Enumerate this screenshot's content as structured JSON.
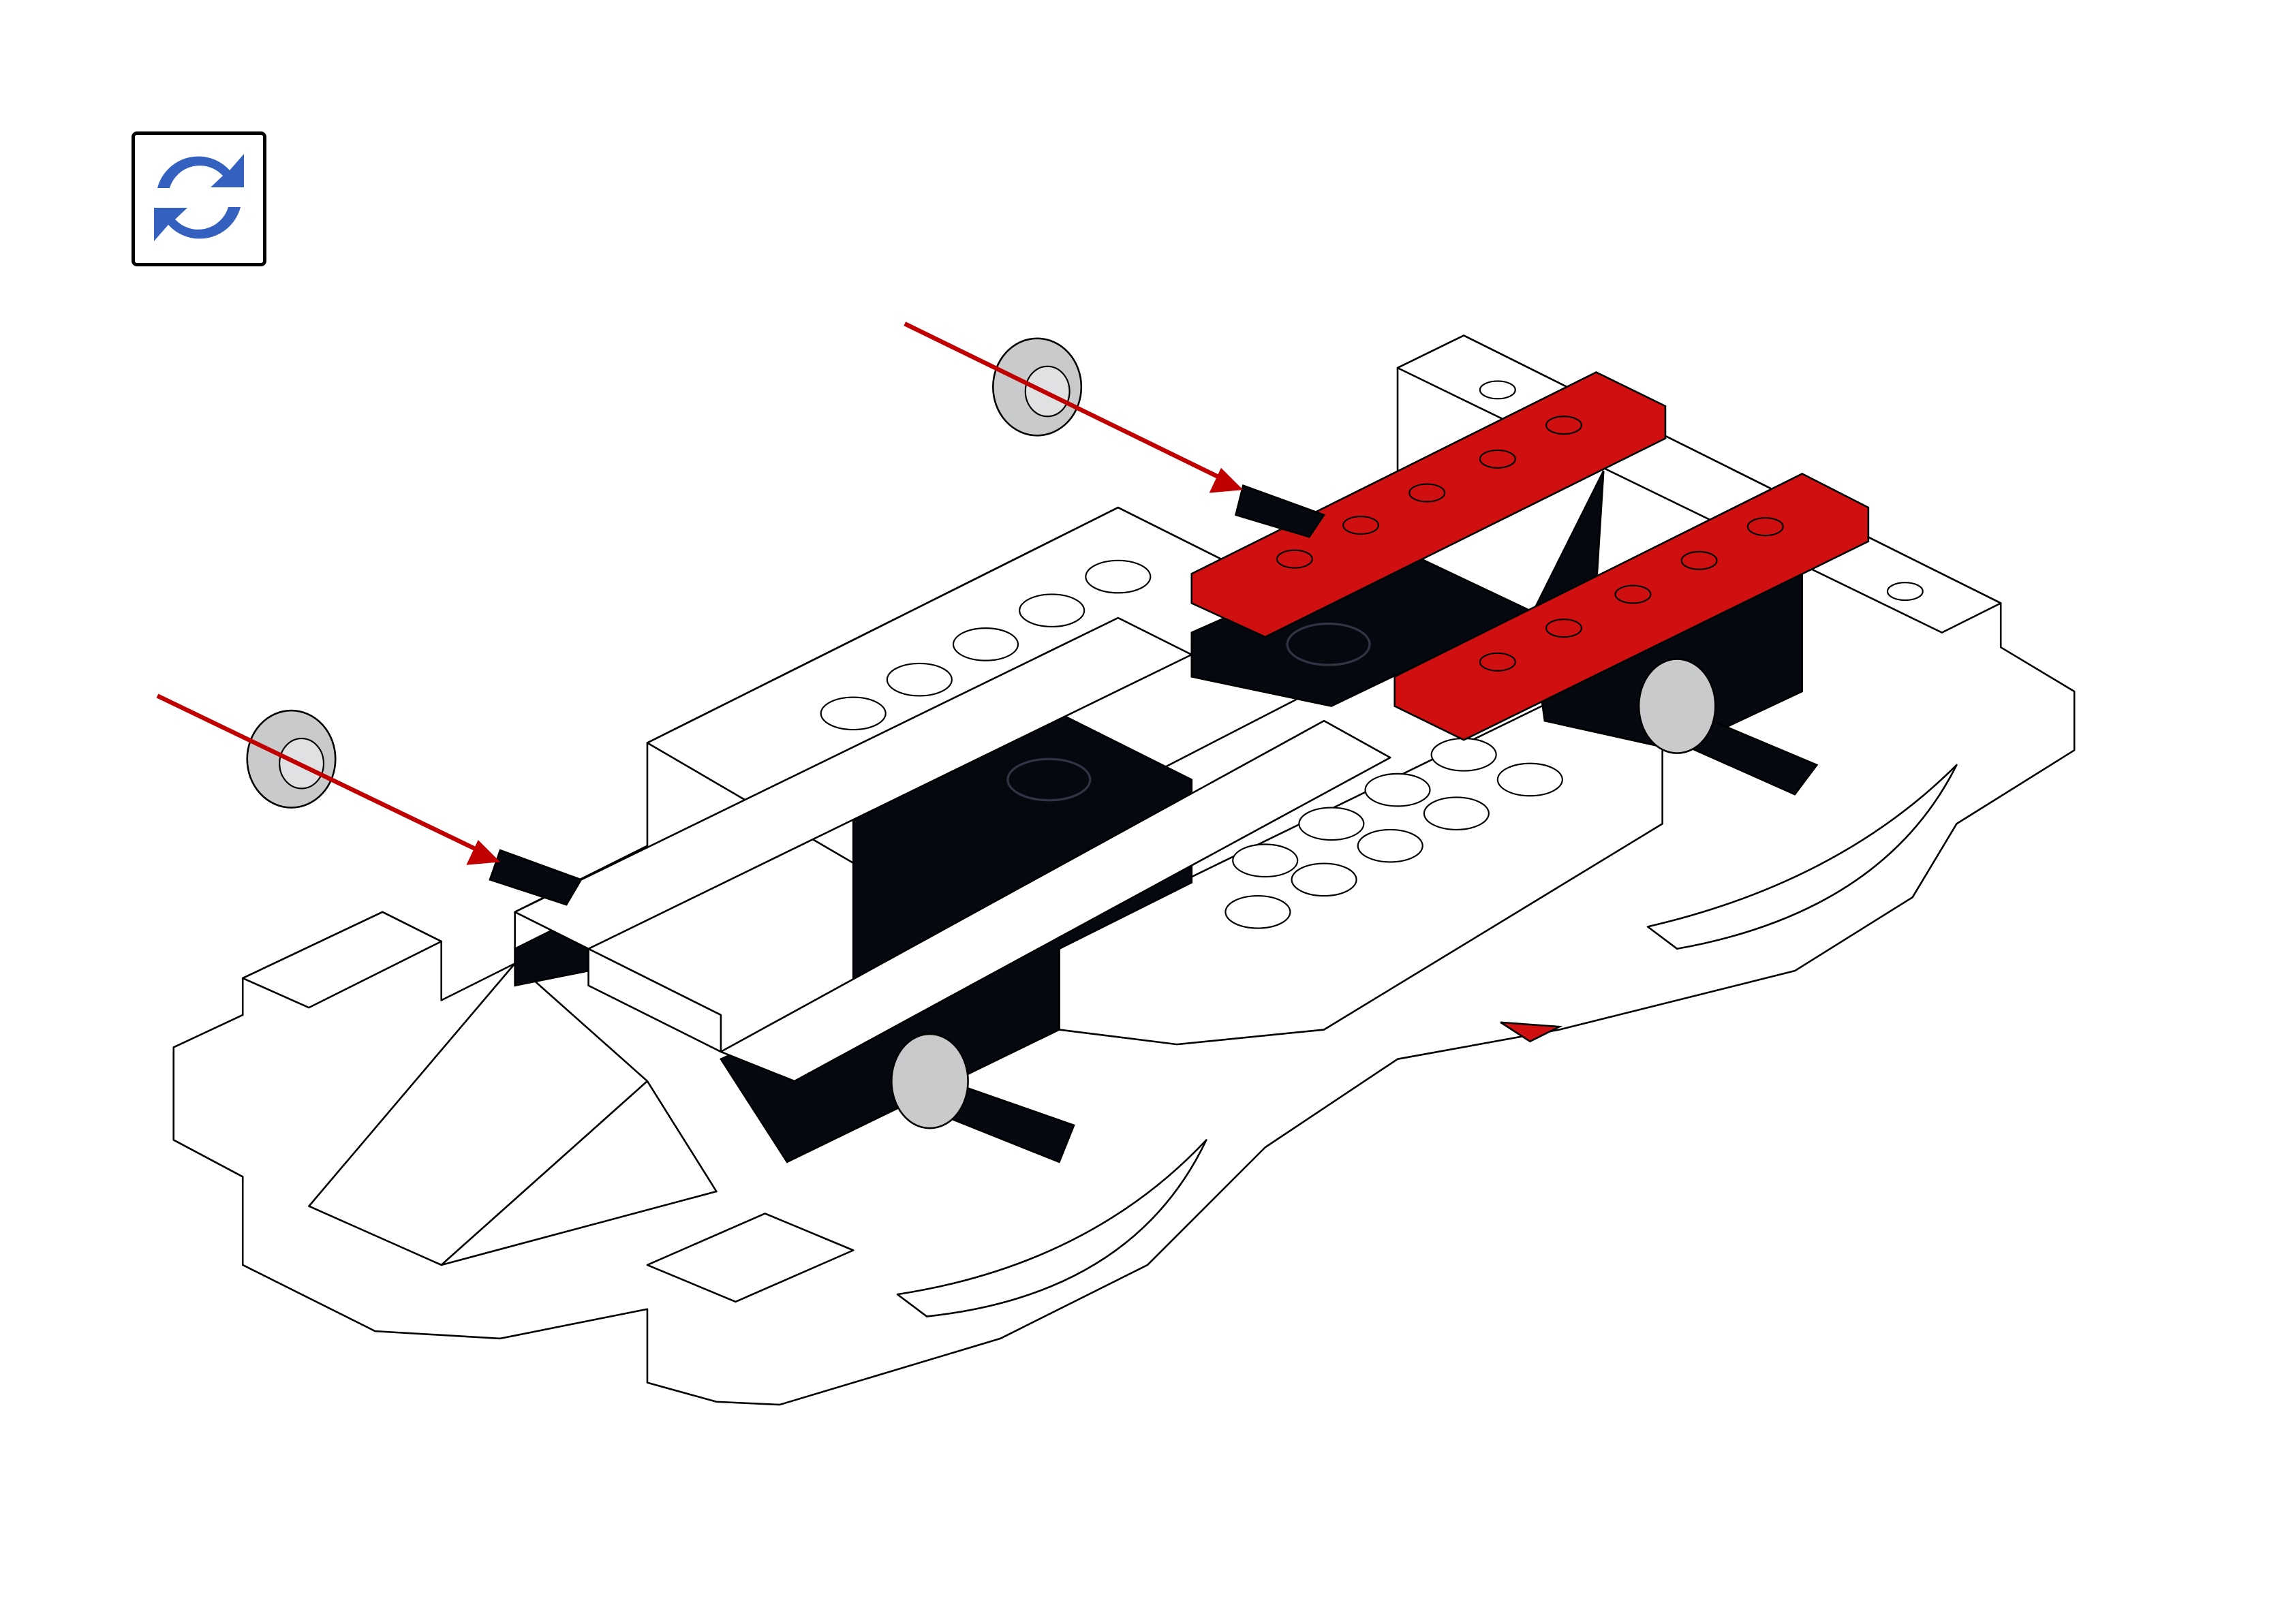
{
  "step": {
    "rotate_indicator": {
      "icon": "rotate-model-icon",
      "color": "#3461bf",
      "border_color": "#000000"
    },
    "colors": {
      "highlight": "#d01010",
      "body": "#ffffff",
      "dark_parts": "#05080f",
      "wheel": "#c8cacc"
    },
    "new_parts": [
      {
        "name": "red-plate-1x8",
        "count": 2
      },
      {
        "name": "light-gray-wheel-hub",
        "count": 4
      },
      {
        "name": "black-axle",
        "count": 4
      }
    ]
  }
}
